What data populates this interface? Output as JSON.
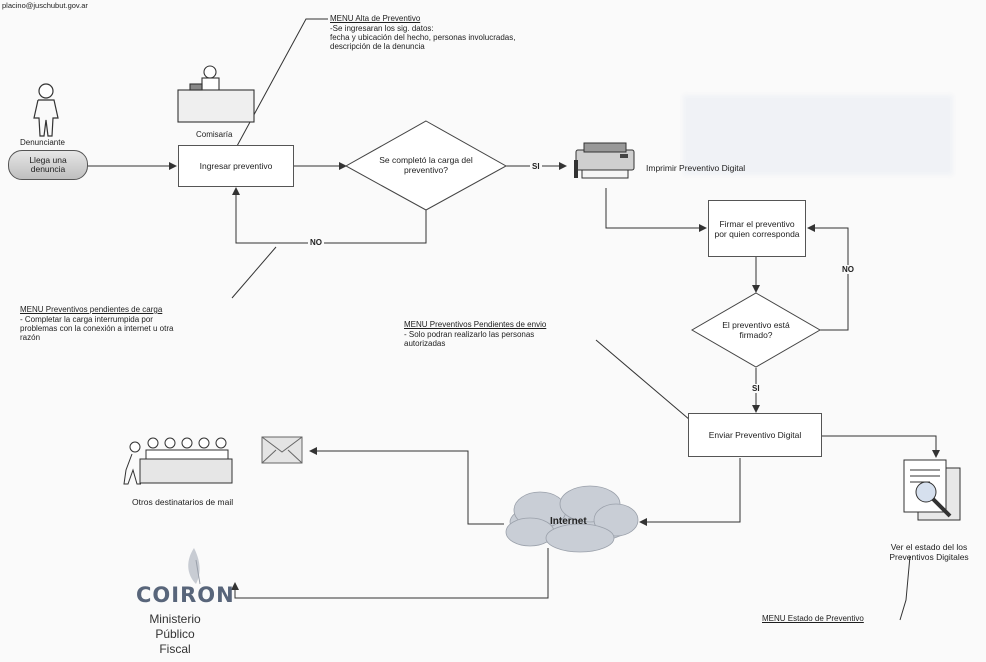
{
  "header": {
    "email": "placino@juschubut.gov.ar"
  },
  "actors": {
    "denunciante": "Denunciante",
    "llega_denuncia": "Llega una denuncia",
    "comisaria": "Comisaría",
    "otros_destinatarios": "Otros destinatarios de mail"
  },
  "boxes": {
    "ingresar": "Ingresar preventivo",
    "firmar": "Firmar el preventivo por quien corresponda",
    "enviar": "Enviar Preventivo Digital"
  },
  "decisions": {
    "carga": "Se completó la carga del preventivo?",
    "firmado": "El preventivo está firmado?"
  },
  "flow_labels": {
    "si_1": "SI",
    "no_1": "NO",
    "no_2": "NO",
    "si_2": "SI"
  },
  "printer_label": "Imprimir Preventivo Digital",
  "internet": "Internet",
  "ver_estado": "Ver el estado del los Preventivos Digitales",
  "notes": {
    "alta": {
      "title": "MENU Alta de Preventivo",
      "line1": "-Se ingresaran los sig. datos:",
      "line2": "fecha y ubicación del hecho, personas involucradas,",
      "line3": "descripción de la denuncia"
    },
    "pendientes_carga": {
      "title": "MENU Preventivos pendientes de carga",
      "line1": "- Completar la carga interrumpida por",
      "line2": "problemas con la conexión a internet u otra",
      "line3": "razón"
    },
    "pendientes_envio": {
      "title": "MENU Preventivos Pendientes de envio",
      "line1": "- Solo podran realizarlo las personas",
      "line2": "autorizadas"
    },
    "estado": {
      "title": "MENU Estado de Preventivo"
    }
  },
  "logo": {
    "brand": "COIRON",
    "line1": "Ministerio",
    "line2": "Público",
    "line3": "Fiscal"
  },
  "colors": {
    "pill_fill": "#cfcfcf",
    "cloud": "#c9ced6",
    "logo": "#58657a"
  }
}
